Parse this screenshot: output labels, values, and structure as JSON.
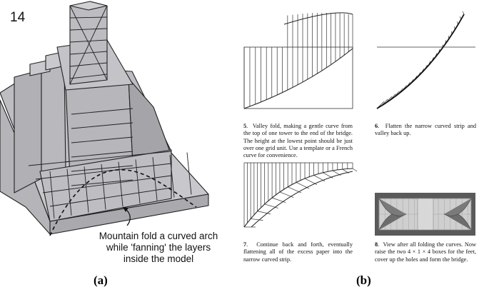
{
  "left": {
    "step_number": "14",
    "callout_line1": "Mountain fold a curved arch",
    "callout_line2": "while 'fanning' the layers",
    "callout_line3": "inside the model",
    "panel_label": "(a)",
    "model_fill": "#c2c2c6"
  },
  "right": {
    "panel_label": "(b)",
    "steps": [
      {
        "num": "5",
        "text": "Valley fold, making a gentle curve from the top of one tower to the end of the bridge. The height at the lowest point should be just over one grid unit.  Use a template or a French curve for convenience."
      },
      {
        "num": "6",
        "text": "Flatten the narrow curved strip and valley back up."
      },
      {
        "num": "7",
        "text": "Continue back and forth, eventually flattening all of the excess paper into the narrow curved strip."
      },
      {
        "num": "8",
        "text": "View after all folding the curves.  Now raise the two 4 × 1 × 4 boxes for the feet, cover up the holes and form the bridge."
      }
    ]
  }
}
